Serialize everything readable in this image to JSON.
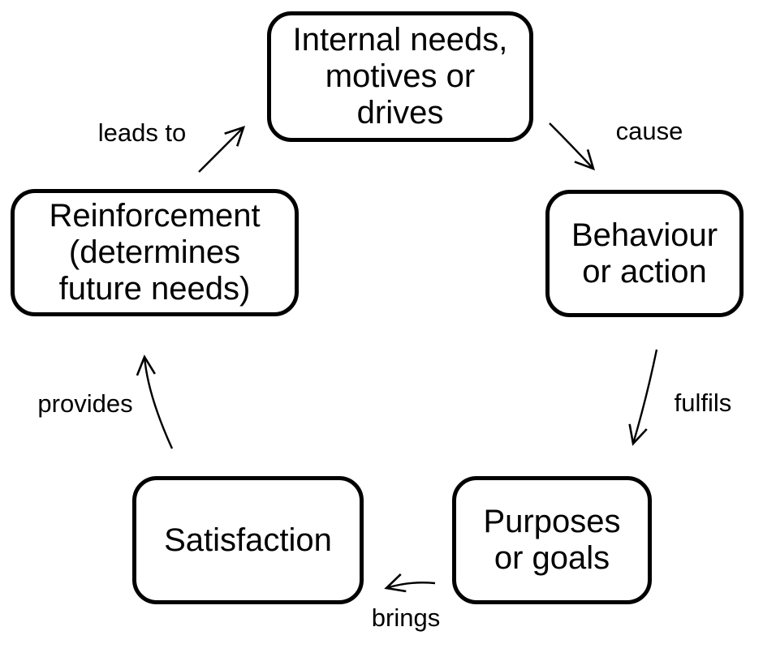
{
  "diagram": {
    "type": "cycle",
    "colors": {
      "stroke": "#000000",
      "node_fill": "#ffffff",
      "background": "#ffffff",
      "text": "#000000"
    },
    "nodes": [
      {
        "id": "internal-needs",
        "label": "Internal needs,\nmotives or\ndrives"
      },
      {
        "id": "behaviour",
        "label": "Behaviour\nor action"
      },
      {
        "id": "purposes",
        "label": "Purposes\nor goals"
      },
      {
        "id": "satisfaction",
        "label": "Satisfaction"
      },
      {
        "id": "reinforcement",
        "label": "Reinforcement\n(determines\nfuture needs)"
      }
    ],
    "edges": [
      {
        "from": "internal-needs",
        "to": "behaviour",
        "label": "cause"
      },
      {
        "from": "behaviour",
        "to": "purposes",
        "label": "fulfils"
      },
      {
        "from": "purposes",
        "to": "satisfaction",
        "label": "brings"
      },
      {
        "from": "satisfaction",
        "to": "reinforcement",
        "label": "provides"
      },
      {
        "from": "reinforcement",
        "to": "internal-needs",
        "label": "leads to"
      }
    ]
  }
}
